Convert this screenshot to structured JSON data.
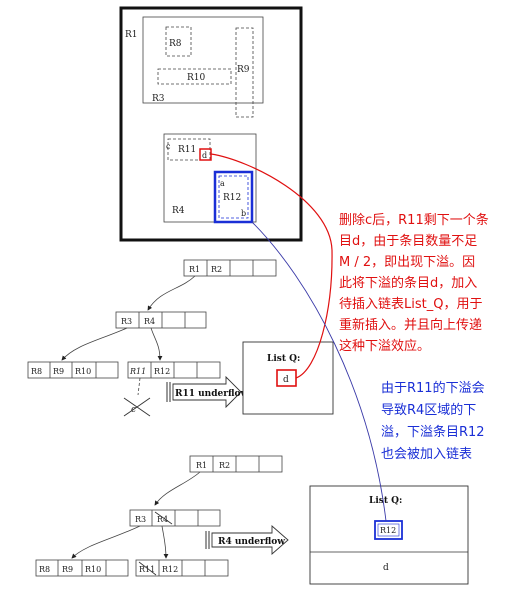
{
  "mbr": {
    "r1": "R1",
    "r8": "R8",
    "r9": "R9",
    "r10": "R10",
    "r3": "R3",
    "r4": "R4",
    "r11": "R11",
    "r12": "R12",
    "c": "c",
    "d": "d",
    "a": "a",
    "b": "b"
  },
  "tree1": {
    "root": [
      "R1",
      "R2"
    ],
    "mid": [
      "R3",
      "R4"
    ],
    "left": [
      "R8",
      "R9",
      "R10"
    ],
    "right": [
      "R11",
      "R12"
    ],
    "deleted": "c",
    "arrow": "R11 underflow"
  },
  "listq1": {
    "title": "List Q:",
    "item": "d"
  },
  "tree2": {
    "root": [
      "R1",
      "R2"
    ],
    "mid": [
      "R3",
      "R4"
    ],
    "left": [
      "R8",
      "R9",
      "R10"
    ],
    "right": [
      "R11",
      "R12"
    ],
    "arrow": "R4 underflow"
  },
  "listq2": {
    "title": "List Q:",
    "item_r12": "R12",
    "item_d": "d"
  },
  "red_note": [
    "删除c后，R11剩下一个条",
    "目d，由于条目数量不足",
    "M / 2，即出现下溢。因",
    "此将下溢的条目d，加入",
    "待插入链表List_Q，用于",
    "重新插入。并且向上传递",
    "这种下溢效应。"
  ],
  "blue_note": [
    "由于R11的下溢会",
    "导致R4区域的下",
    "溢，下溢条目R12",
    "也会被加入链表"
  ],
  "colors": {
    "red": "#e01010",
    "blue": "#1a2fd6",
    "black": "#111111"
  }
}
